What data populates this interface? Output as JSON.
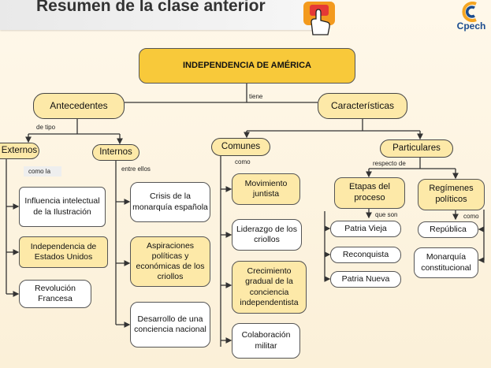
{
  "banner": {
    "title": "Resumen de la clase anterior"
  },
  "logo": {
    "text": "Cpech"
  },
  "colors": {
    "root_fill": "#f8c93a",
    "node_fill": "#fde9a8",
    "line": "#333333"
  },
  "icons": {
    "banner": "pointing-hand-icon",
    "logo": "cpech-logo-icon"
  },
  "map": {
    "root": "INDEPENDENCIA DE AMÉRICA",
    "root_link": "tiene",
    "antecedentes": "Antecedentes",
    "antecedentes_link": "de tipo",
    "caracteristicas": "Características",
    "externos": "Externos",
    "externos_link": "como la",
    "internos": "Internos",
    "internos_link": "entre ellos",
    "comunes": "Comunes",
    "comunes_link": "como",
    "particulares": "Particulares",
    "particulares_link": "respecto de",
    "ext_items": [
      "Influencia intelectual de la Ilustración",
      "Independencia de Estados Unidos",
      "Revolución Francesa"
    ],
    "int_items": [
      "Crisis de la monarquía española",
      "Aspiraciones políticas y económicas de los criollos",
      "Desarrollo de una conciencia nacional"
    ],
    "com_items": [
      "Movimiento juntista",
      "Liderazgo de los criollos",
      "Crecimiento gradual de la conciencia independentista",
      "Colaboración militar"
    ],
    "etapas": "Etapas del proceso",
    "etapas_link": "que son",
    "etapas_items": [
      "Patria Vieja",
      "Reconquista",
      "Patria Nueva"
    ],
    "regimenes": "Regímenes políticos",
    "regimenes_link": "como",
    "regimenes_items": [
      "República",
      "Monarquía constitucional"
    ]
  }
}
